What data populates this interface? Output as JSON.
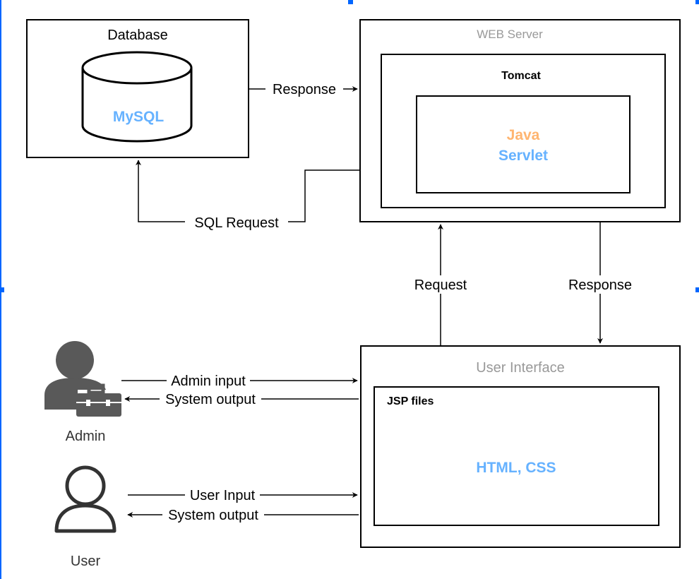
{
  "colors": {
    "blue": "#66B2FF",
    "orange": "#FFB570",
    "grey": "#999999",
    "dark": "#333333",
    "admin_fill": "#595959",
    "selection": "#0066FF"
  },
  "nodes": {
    "database": {
      "title": "Database",
      "engine": "MySQL"
    },
    "web_server": {
      "title": "WEB Server",
      "container": "Tomcat",
      "java_line1": "Java",
      "java_line2": "Servlet"
    },
    "user_interface": {
      "title": "User Interface",
      "jsp_label": "JSP files",
      "content": "HTML, CSS"
    },
    "admin": {
      "label": "Admin",
      "icon": "admin-briefcase-icon"
    },
    "user": {
      "label": "User",
      "icon": "user-outline-icon"
    }
  },
  "edges": {
    "db_response": "Response",
    "sql_request": "SQL Request",
    "ui_request": "Request",
    "ui_response": "Response",
    "admin_input": "Admin input",
    "admin_output": "System output",
    "user_input": "User Input",
    "user_output": "System output"
  }
}
